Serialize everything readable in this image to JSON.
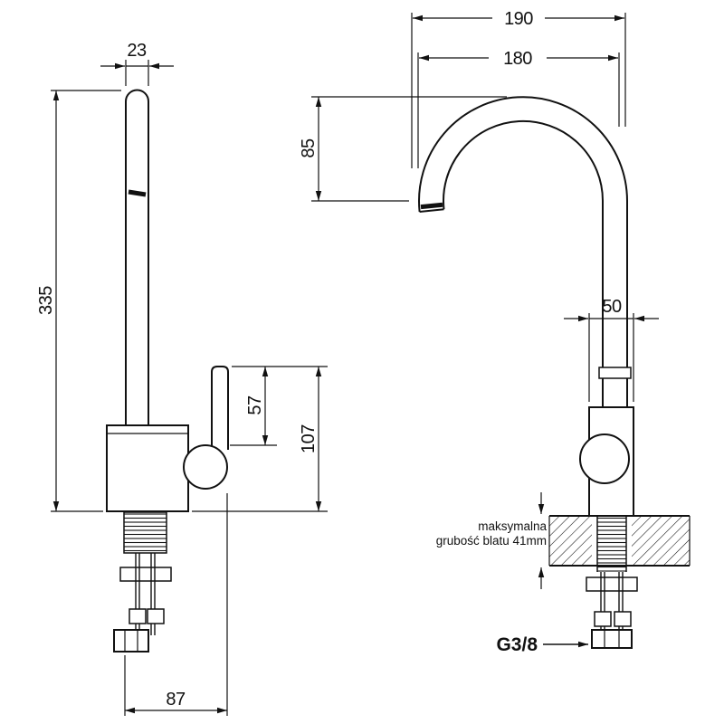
{
  "page": {
    "background": "#ffffff",
    "line_color": "#111111",
    "description": "Technical dimension drawing of a kitchen faucet, side view and front view"
  },
  "left_view": {
    "name": "side view",
    "dims": {
      "spout_pipe_width": "23",
      "total_height": "335",
      "lever_height": "57",
      "body_height": "107",
      "base_width": "87"
    }
  },
  "right_view": {
    "name": "front view",
    "dims": {
      "spout_reach_outer": "190",
      "spout_reach_inner": "180",
      "arc_height": "85",
      "body_width": "50"
    },
    "notes": {
      "countertop_line1": "maksymalna",
      "countertop_line2": "grubość blatu 41mm",
      "thread_size": "G3/8"
    }
  }
}
